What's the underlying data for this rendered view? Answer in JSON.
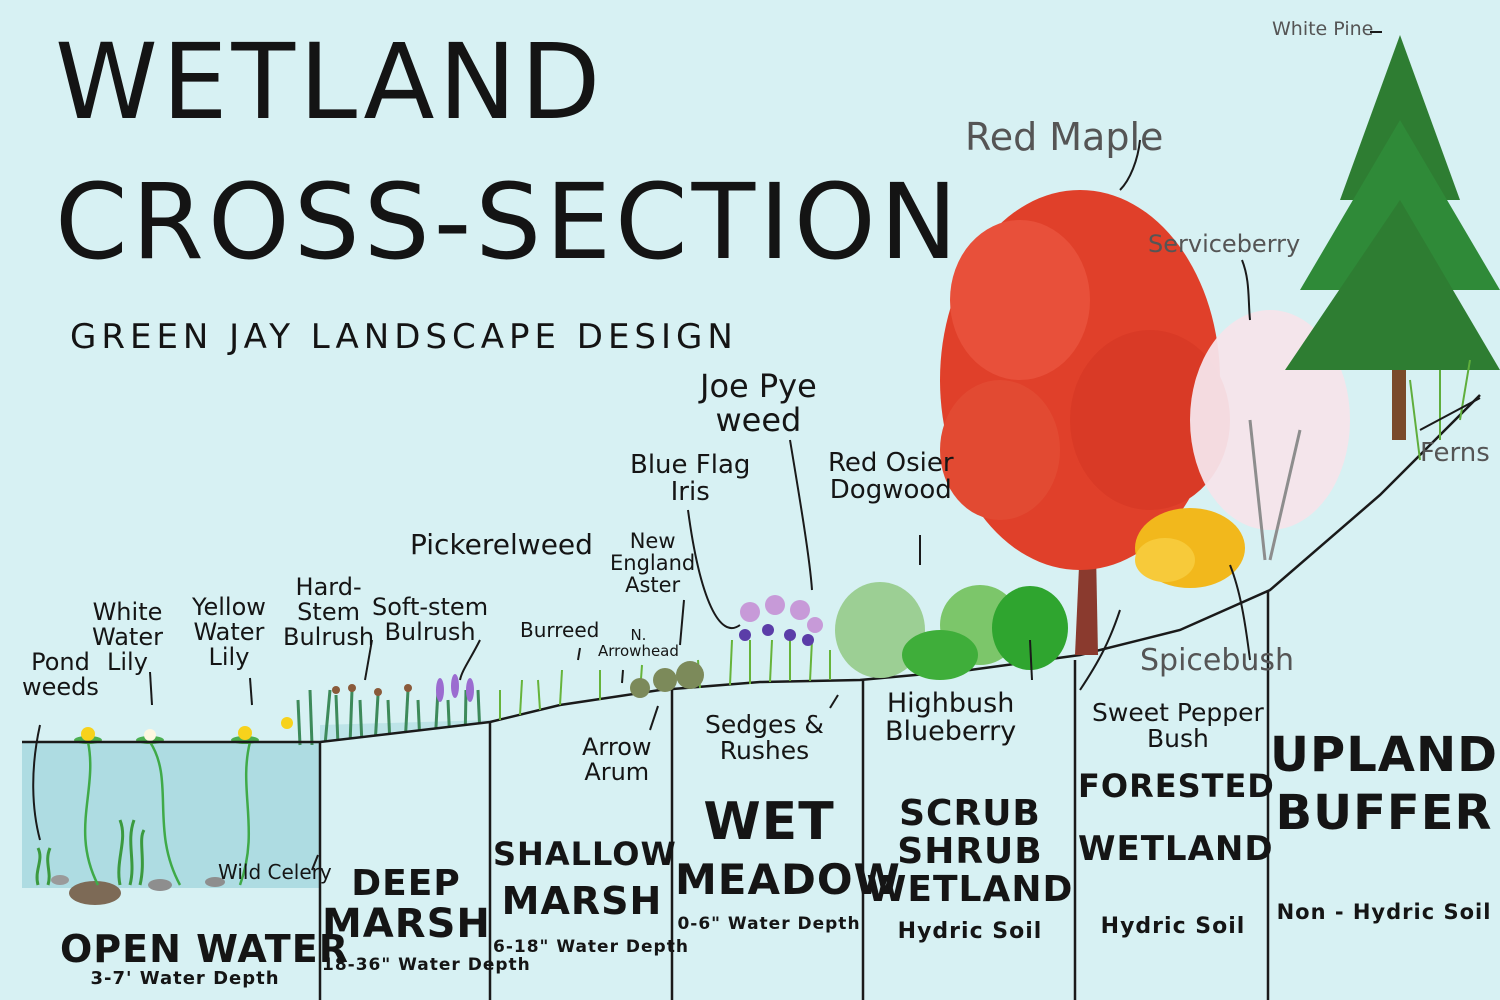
{
  "title": {
    "line1": "WETLAND",
    "line2": "CROSS-SECTION",
    "subtitle": "GREEN JAY LANDSCAPE DESIGN"
  },
  "zones": [
    {
      "name": "OPEN WATER",
      "detail": "3-7' Water Depth"
    },
    {
      "name_line1": "DEEP",
      "name_line2": "MARSH",
      "detail": "18-36\" Water Depth"
    },
    {
      "name_line1": "SHALLOW",
      "name_line2": "MARSH",
      "detail": "6-18\" Water Depth"
    },
    {
      "name_line1": "WET",
      "name_line2": "MEADOW",
      "detail": "0-6\" Water Depth"
    },
    {
      "name_line1": "SCRUB",
      "name_line2": "SHRUB",
      "name_line3": "WETLAND",
      "detail": "Hydric Soil"
    },
    {
      "name_line1": "FORESTED",
      "name_line2": "WETLAND",
      "detail": "Hydric Soil"
    },
    {
      "name_line1": "UPLAND",
      "name_line2": "BUFFER",
      "detail": "Non - Hydric Soil"
    }
  ],
  "plants": {
    "pond_weeds": {
      "line1": "Pond",
      "line2": "weeds"
    },
    "white_water_lily": {
      "line1": "White",
      "line2": "Water",
      "line3": "Lily"
    },
    "yellow_water_lily": {
      "line1": "Yellow",
      "line2": "Water",
      "line3": "Lily"
    },
    "hard_stem_bulrush": {
      "line1": "Hard-",
      "line2": "Stem",
      "line3": "Bulrush"
    },
    "soft_stem_bulrush": {
      "line1": "Soft-stem",
      "line2": "Bulrush"
    },
    "pickerelweed": "Pickerelweed",
    "wild_celery": "Wild Celery",
    "burreed": "Burreed",
    "n_arrowhead": {
      "line1": "N.",
      "line2": "Arrowhead"
    },
    "new_england_aster": {
      "line1": "New",
      "line2": "England",
      "line3": "Aster"
    },
    "arrow_arum": {
      "line1": "Arrow",
      "line2": "Arum"
    },
    "blue_flag_iris": {
      "line1": "Blue Flag",
      "line2": "Iris"
    },
    "joe_pye_weed": {
      "line1": "Joe Pye",
      "line2": "weed"
    },
    "sedges_rushes": {
      "line1": "Sedges &",
      "line2": "Rushes"
    },
    "red_osier_dogwood": {
      "line1": "Red Osier",
      "line2": "Dogwood"
    },
    "highbush_blueberry": {
      "line1": "Highbush",
      "line2": "Blueberry"
    },
    "red_maple": "Red Maple",
    "serviceberry": "Serviceberry",
    "white_pine": "White Pine",
    "ferns": "Ferns",
    "spicebush": "Spicebush",
    "sweet_pepper_bush": {
      "line1": "Sweet Pepper",
      "line2": "Bush"
    }
  },
  "colors": {
    "background": "#d7f1f3",
    "water": "#a7d8de",
    "red_maple": "#e0402a",
    "white_pine": "#2e7d32",
    "yellow_shrub": "#f2b81c",
    "grass": "#5fae3c",
    "ink": "#151515"
  }
}
